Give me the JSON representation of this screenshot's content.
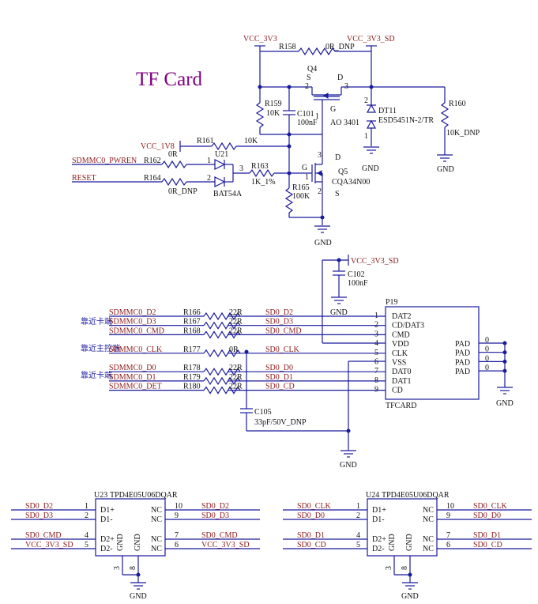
{
  "title": "TF Card",
  "labels": {
    "vcc_3v3": "VCC_3V3",
    "vcc_3v3_sd": "VCC_3V3_SD",
    "vcc_1v8": "VCC_1V8",
    "gnd": "GND",
    "sdmmc0_pwren": "SDMMC0_PWREN",
    "reset": "RESET",
    "near_card": "靠近卡端",
    "near_host": "靠近主控端"
  },
  "power": {
    "r158": {
      "ref": "R158",
      "value": "0R_DNP"
    },
    "q4": {
      "ref": "Q4",
      "part": "AO 3401",
      "s": "S",
      "d": "D",
      "g": "G",
      "p1": "1",
      "p2": "2",
      "p3": "3"
    },
    "r159": {
      "ref": "R159",
      "value": "10K"
    },
    "c101": {
      "ref": "C101",
      "value": "100nF"
    },
    "dt11": {
      "ref": "DT11",
      "part": "ESD5451N-2/TR",
      "p1": "1",
      "p2": "2"
    },
    "r160": {
      "ref": "R160",
      "value": "10K_DNP"
    },
    "r161": {
      "ref": "R161",
      "value": "10K"
    },
    "r162": {
      "ref": "R162",
      "value": "0R"
    },
    "r164": {
      "ref": "R164",
      "value": "0R_DNP"
    },
    "u21": {
      "ref": "U21",
      "part": "BAT54A",
      "p1": "1",
      "p2": "2",
      "p3": "3"
    },
    "r163": {
      "ref": "R163",
      "value": "1K_1%"
    },
    "q5": {
      "ref": "Q5",
      "part": "CQA34N00",
      "g": "G",
      "d": "D",
      "s": "S",
      "p1": "1",
      "p2": "2",
      "p3": "3"
    },
    "r165": {
      "ref": "R165",
      "value": "100K"
    }
  },
  "card": {
    "c102": {
      "ref": "C102",
      "value": "100nF"
    },
    "c105": {
      "ref": "C105",
      "value": "33pF/50V_DNP"
    },
    "connector": {
      "ref": "P19",
      "name": "TFCARD",
      "pad_label": "PAD",
      "pad_num": "0"
    },
    "rows": [
      {
        "net": "SDMMC0_D2",
        "res": "R166",
        "val": "22R",
        "sd": "SD0_D2",
        "pin": "1",
        "pname": "DAT2"
      },
      {
        "net": "SDMMC0_D3",
        "res": "R167",
        "val": "22R",
        "sd": "SD0_D3",
        "pin": "2",
        "pname": "CD/DAT3"
      },
      {
        "net": "SDMMC0_CMD",
        "res": "R168",
        "val": "22R",
        "sd": "SD0_CMD",
        "pin": "3",
        "pname": "CMD"
      },
      {
        "net": "",
        "res": "",
        "val": "",
        "sd": "",
        "pin": "4",
        "pname": "VDD"
      },
      {
        "net": "SDMMC0_CLK",
        "res": "R177",
        "val": "0R",
        "sd": "SD0_CLK",
        "pin": "5",
        "pname": "CLK"
      },
      {
        "net": "",
        "res": "",
        "val": "",
        "sd": "",
        "pin": "6",
        "pname": "VSS"
      },
      {
        "net": "SDMMC0_D0",
        "res": "R178",
        "val": "22R",
        "sd": "SD0_D0",
        "pin": "7",
        "pname": "DAT0"
      },
      {
        "net": "SDMMC0_D1",
        "res": "R179",
        "val": "22R",
        "sd": "SD0_D1",
        "pin": "8",
        "pname": "DAT1"
      },
      {
        "net": "SDMMC0_DET",
        "res": "R180",
        "val": "22R",
        "sd": "SD0_CD",
        "pin": "9",
        "pname": "CD"
      }
    ]
  },
  "esd": {
    "part": "TPD4E05U06DQAR",
    "pins": {
      "d1p": "D1+",
      "d1m": "D1-",
      "d2p": "D2+",
      "d2m": "D2-",
      "nc": "NC",
      "gnd": "GND"
    },
    "chips": [
      {
        "ref": "U23",
        "left": [
          {
            "net": "SD0_D2",
            "pin": "1"
          },
          {
            "net": "SD0_D3",
            "pin": "2"
          },
          {
            "net": "SD0_CMD",
            "pin": "4"
          },
          {
            "net": "VCC_3V3_SD",
            "pin": "5"
          }
        ],
        "right": [
          {
            "net": "SD0_D2",
            "pin": "10"
          },
          {
            "net": "SD0_D3",
            "pin": "9"
          },
          {
            "net": "SD0_CMD",
            "pin": "7"
          },
          {
            "net": "VCC_3V3_SD",
            "pin": "6"
          }
        ],
        "bottom": [
          "3",
          "8"
        ]
      },
      {
        "ref": "U24",
        "left": [
          {
            "net": "SD0_CLK",
            "pin": "1"
          },
          {
            "net": "SD0_D0",
            "pin": "2"
          },
          {
            "net": "SD0_D1",
            "pin": "4"
          },
          {
            "net": "SD0_CD",
            "pin": "5"
          }
        ],
        "right": [
          {
            "net": "SD0_CLK",
            "pin": "10"
          },
          {
            "net": "SD0_D0",
            "pin": "9"
          },
          {
            "net": "SD0_D1",
            "pin": "7"
          },
          {
            "net": "SD0_CD",
            "pin": "6"
          }
        ],
        "bottom": [
          "3",
          "8"
        ]
      }
    ]
  }
}
